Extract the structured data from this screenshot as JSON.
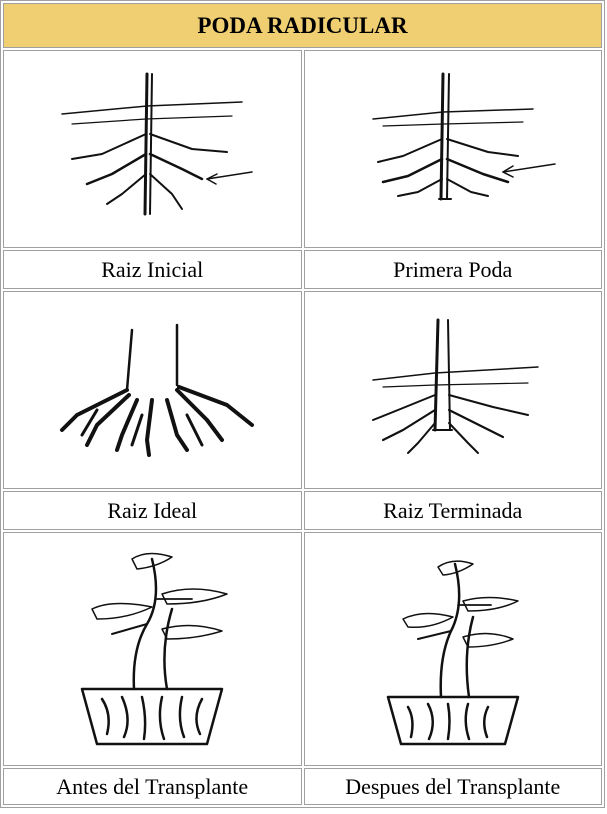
{
  "title": "PODA RADICULAR",
  "items": [
    {
      "caption": "Raiz Inicial",
      "icon": "root-initial-drawing"
    },
    {
      "caption": "Primera Poda",
      "icon": "root-first-pruning-drawing"
    },
    {
      "caption": "Raiz Ideal",
      "icon": "root-ideal-drawing"
    },
    {
      "caption": "Raiz Terminada",
      "icon": "root-finished-drawing"
    },
    {
      "caption": "Antes del Transplante",
      "icon": "bonsai-before-transplant-drawing"
    },
    {
      "caption": "Despues del Transplante",
      "icon": "bonsai-after-transplant-drawing"
    }
  ],
  "colors": {
    "header": "#f0cf72",
    "border": "#a0a0a0"
  }
}
